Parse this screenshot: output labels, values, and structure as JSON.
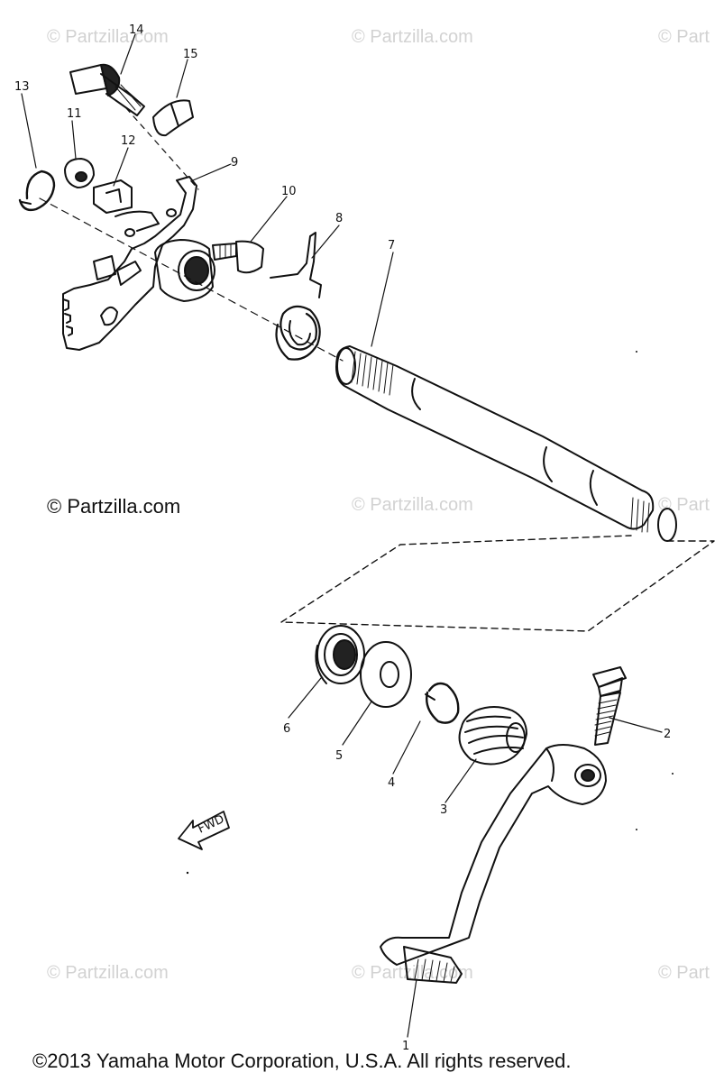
{
  "watermarks": {
    "text": "© Partzilla.com",
    "strong_text": "© Partzilla.com",
    "partial_text": "© Part"
  },
  "fwd_label": "FWD",
  "copyright": "©2013 Yamaha Motor Corporation, U.S.A. All rights reserved.",
  "callouts": [
    "1",
    "2",
    "3",
    "4",
    "5",
    "6",
    "7",
    "8",
    "9",
    "10",
    "11",
    "12",
    "13",
    "14",
    "15"
  ],
  "colors": {
    "line": "#111111",
    "watermark": "#d2d2d2",
    "background": "#ffffff"
  }
}
